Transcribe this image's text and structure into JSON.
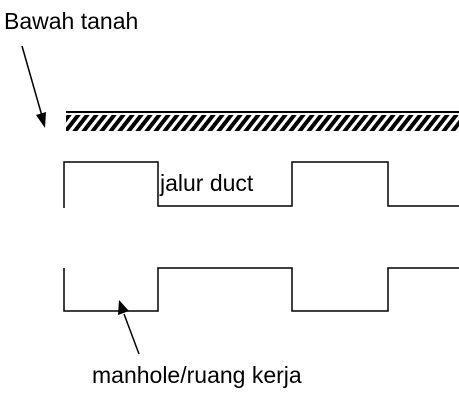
{
  "labels": {
    "ground": "Bawah tanah",
    "duct": "jalur duct",
    "manhole": "manhole/ruang kerja"
  },
  "colors": {
    "line": "#000000",
    "background": "#ffffff"
  }
}
